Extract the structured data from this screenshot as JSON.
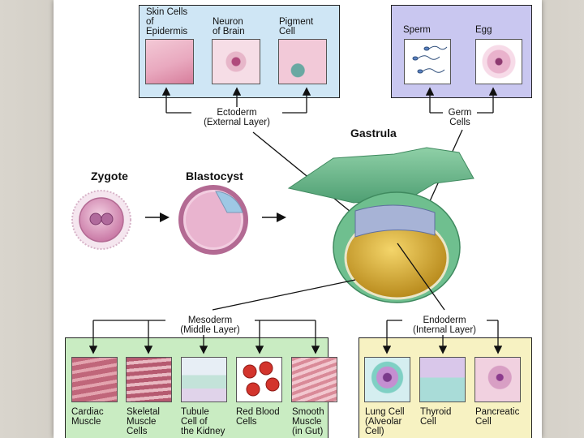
{
  "ectoderm": {
    "cells": [
      {
        "name": "Skin Cells\nof\nEpidermis"
      },
      {
        "name": "Neuron\nof Brain"
      },
      {
        "name": "Pigment\nCell"
      }
    ],
    "label": "Ectoderm\n(External Layer)"
  },
  "germ": {
    "cells": [
      {
        "name": "Sperm"
      },
      {
        "name": "Egg"
      }
    ],
    "label": "Germ\nCells"
  },
  "stages": {
    "zygote": "Zygote",
    "blastocyst": "Blastocyst",
    "gastrula": "Gastrula"
  },
  "mesoderm": {
    "label": "Mesoderm\n(Middle Layer)",
    "cells": [
      {
        "name": "Cardiac\nMuscle"
      },
      {
        "name": "Skeletal\nMuscle\nCells"
      },
      {
        "name": "Tubule\nCell of\nthe Kidney"
      },
      {
        "name": "Red Blood\nCells"
      },
      {
        "name": "Smooth\nMuscle\n(in Gut)"
      }
    ]
  },
  "endoderm": {
    "label": "Endoderm\n(Internal Layer)",
    "cells": [
      {
        "name": "Lung Cell\n(Alveolar\nCell)"
      },
      {
        "name": "Thyroid\nCell"
      },
      {
        "name": "Pancreatic\nCell"
      }
    ]
  },
  "colors": {
    "ectoderm_panel": "#cfe6f5",
    "germ_panel": "#c9c7f0",
    "mesoderm_panel": "#c9ecc2",
    "endoderm_panel": "#f7f2c2",
    "gastrula_green": "#6fbf8f",
    "yolk": "#e0b83a",
    "embryo_pink": "#d98fb8"
  }
}
